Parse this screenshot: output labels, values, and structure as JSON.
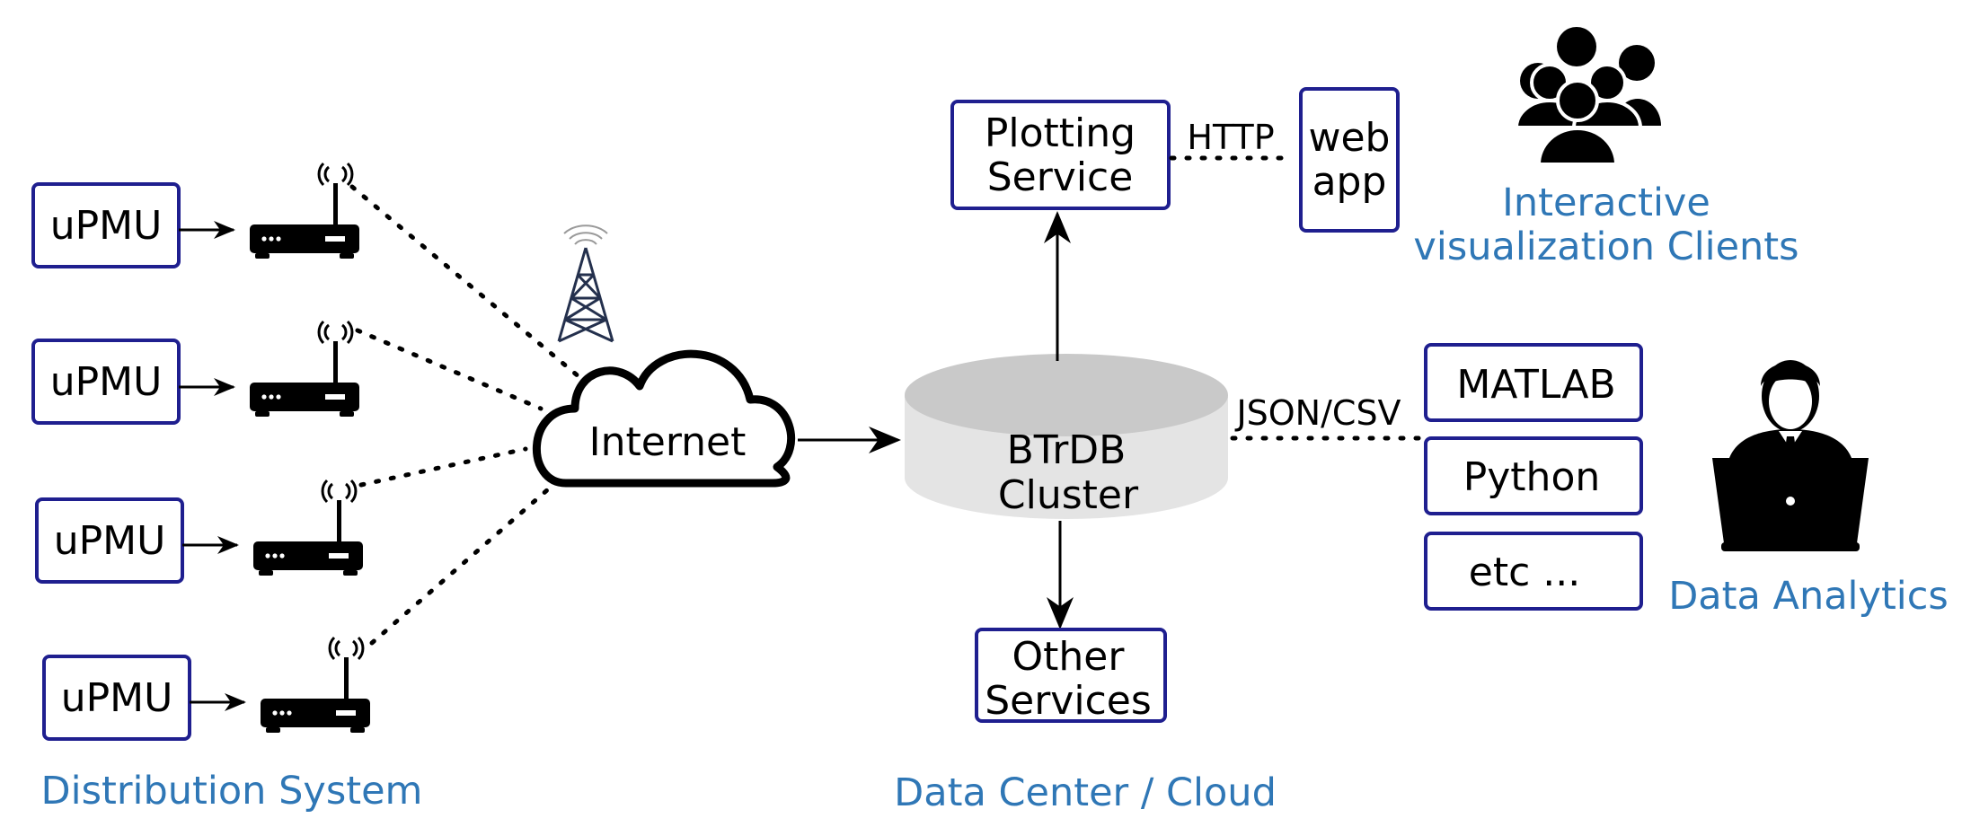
{
  "colors": {
    "box_border": "#1f1f8f",
    "caption_blue": "#2f77b6",
    "cylinder_top": "#c9c9c9",
    "cylinder_body": "#e4e4e4",
    "icon": "#000000",
    "tower": "#24304d"
  },
  "sources": [
    {
      "label": "uPMU"
    },
    {
      "label": "uPMU"
    },
    {
      "label": "uPMU"
    },
    {
      "label": "uPMU"
    }
  ],
  "icons": {
    "router": "wifi-router-icon",
    "tower": "cell-tower-icon",
    "cloud": "cloud-icon",
    "database": "database-cylinder-icon",
    "users": "user-group-icon",
    "analyst": "person-laptop-icon"
  },
  "cloud": {
    "label": "Internet"
  },
  "database": {
    "line1": "BTrDB",
    "line2": "Cluster"
  },
  "plotting": {
    "line1": "Plotting",
    "line2": "Service"
  },
  "webapp": {
    "line1": "web",
    "line2": "app"
  },
  "other": {
    "line1": "Other",
    "line2": "Services"
  },
  "connections": {
    "http": "HTTP",
    "json": "JSON/CSV"
  },
  "tools": [
    {
      "label": "MATLAB"
    },
    {
      "label": "Python"
    },
    {
      "label": "etc ..."
    }
  ],
  "captions": {
    "distribution": "Distribution System",
    "datacenter": "Data Center / Cloud",
    "clients_line1": "Interactive",
    "clients_line2": "visualization Clients",
    "analytics": "Data Analytics"
  }
}
